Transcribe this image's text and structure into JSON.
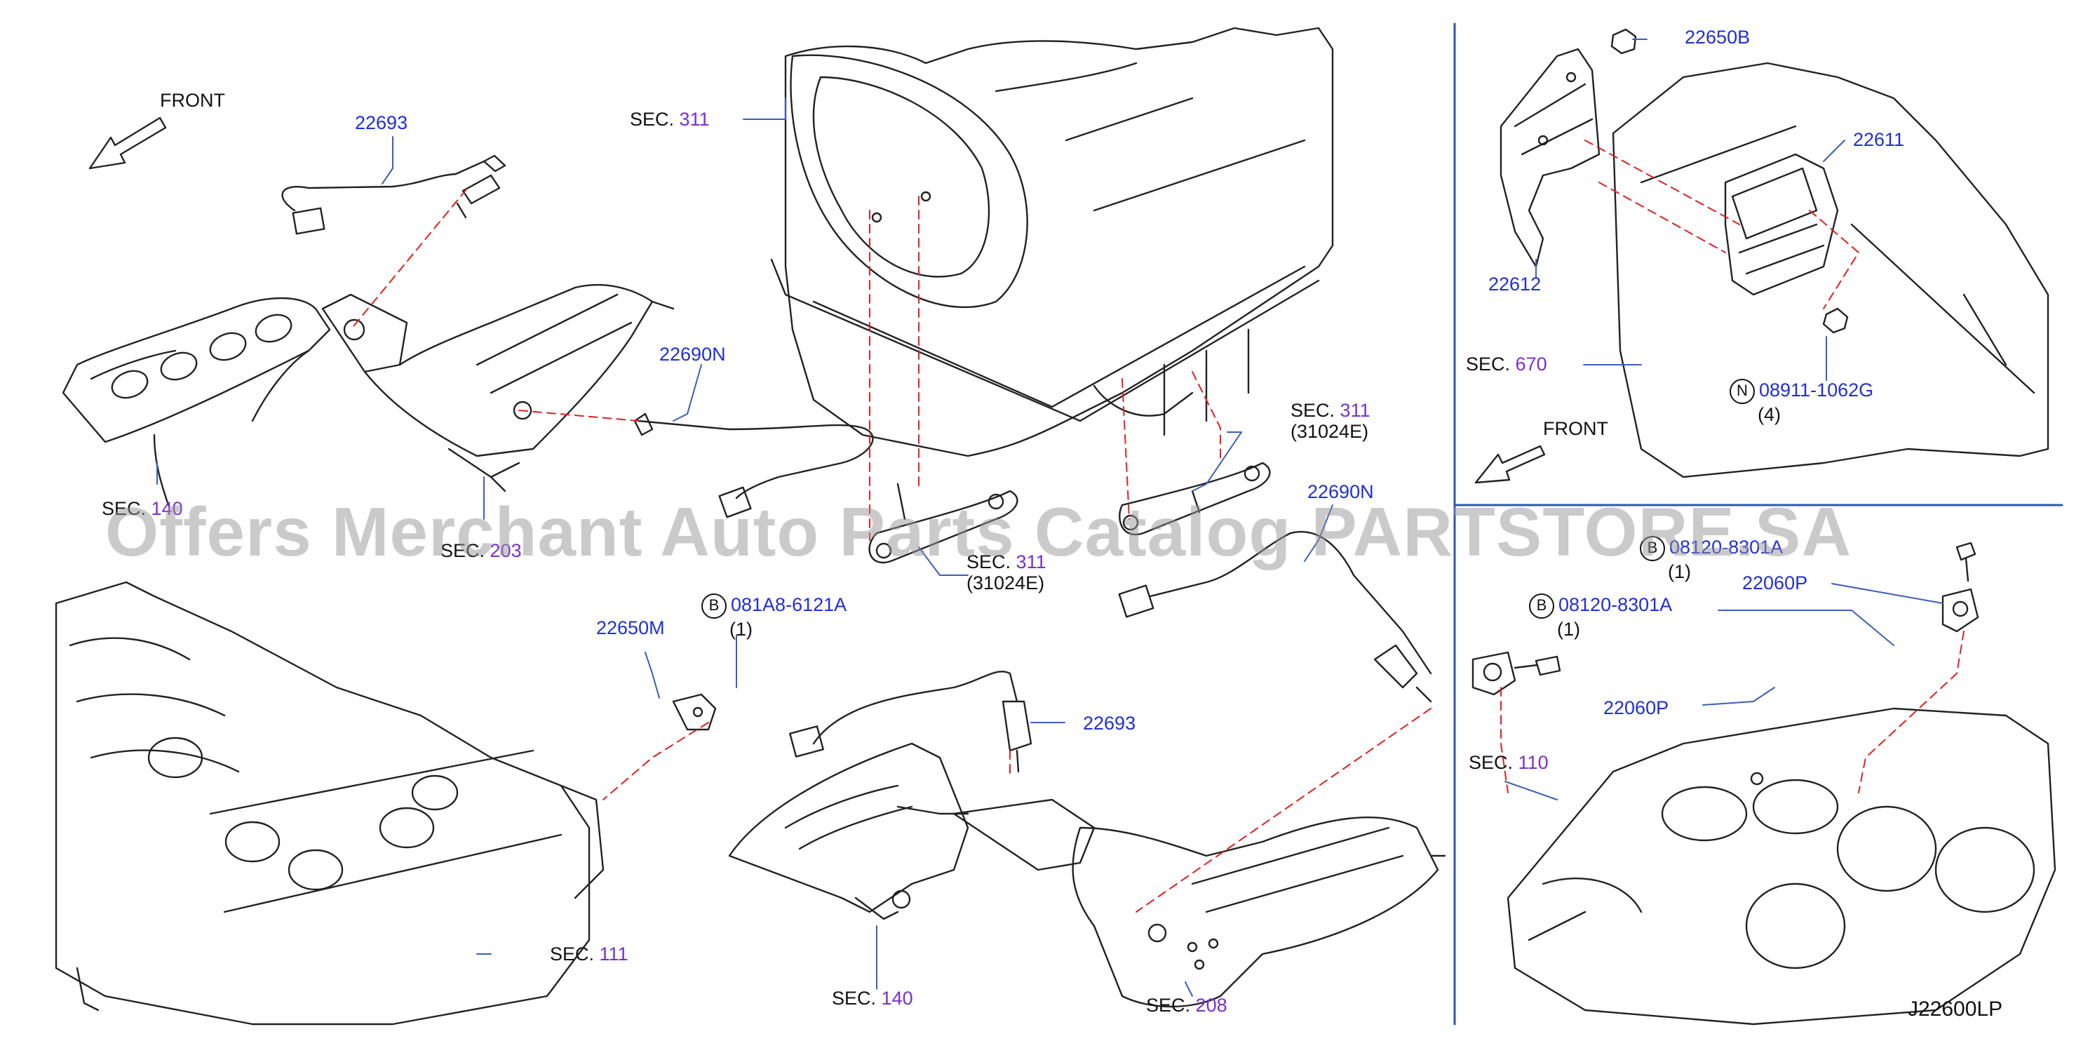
{
  "colors": {
    "part_number": "#1f2fd6",
    "section_number": "#7a2fd0",
    "leader": "#3a5fb8",
    "guide": "#e0201f",
    "line": "#222222"
  },
  "front_labels": [
    "FRONT",
    "FRONT"
  ],
  "sections": [
    {
      "prefix": "SEC.",
      "num": "311"
    },
    {
      "prefix": "SEC.",
      "num": "140"
    },
    {
      "prefix": "SEC.",
      "num": "203"
    },
    {
      "prefix": "SEC.",
      "num": "311",
      "sub": "(31024E)"
    },
    {
      "prefix": "SEC.",
      "num": "311",
      "sub": "(31024E)"
    },
    {
      "prefix": "SEC.",
      "num": "111"
    },
    {
      "prefix": "SEC.",
      "num": "140"
    },
    {
      "prefix": "SEC.",
      "num": "208"
    },
    {
      "prefix": "SEC.",
      "num": "670"
    },
    {
      "prefix": "SEC.",
      "num": "110"
    }
  ],
  "parts": [
    {
      "number": "22693"
    },
    {
      "number": "22690N"
    },
    {
      "number": "22690N"
    },
    {
      "number": "22650M"
    },
    {
      "number": "22693"
    },
    {
      "number": "22650B"
    },
    {
      "number": "22611"
    },
    {
      "number": "22612"
    },
    {
      "number": "22060P"
    },
    {
      "number": "22060P"
    }
  ],
  "fasteners": [
    {
      "symbol": "B",
      "number": "081A8-6121A",
      "qty": "(1)"
    },
    {
      "symbol": "N",
      "number": "08911-1062G",
      "qty": "(4)"
    },
    {
      "symbol": "B",
      "number": "08120-8301A",
      "qty": "(1)"
    },
    {
      "symbol": "B",
      "number": "08120-8301A",
      "qty": "(1)"
    }
  ],
  "diagram_code": "J22600LP",
  "watermark": "Offers Merchant Auto Parts Catalog PARTSTORE.SA"
}
